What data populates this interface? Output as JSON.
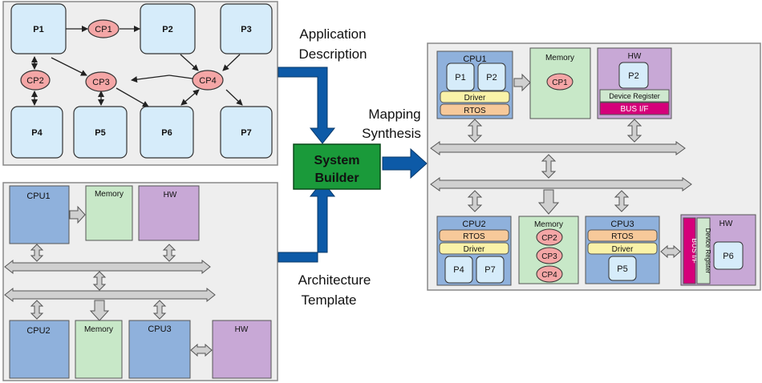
{
  "colors": {
    "panel_bg": "#eeeeee",
    "process_fill": "#d6ecfa",
    "channel_fill": "#f4a6a6",
    "cpu_fill": "#8fb1dc",
    "memory_fill": "#c8e8c8",
    "hw_fill": "#c8a8d6",
    "rtos_fill": "#f7c99a",
    "driver_fill": "#f9f2a8",
    "bus_if_fill": "#d5007a",
    "device_register_fill": "#cfe8cf",
    "bus_fill": "#d0d0d0",
    "arrow_blue": "#0d5aa7",
    "builder_fill": "#1a9a3a"
  },
  "application": {
    "processes": [
      "P1",
      "P2",
      "P3",
      "P4",
      "P5",
      "P6",
      "P7"
    ],
    "channels": [
      "CP1",
      "CP2",
      "CP3",
      "CP4"
    ]
  },
  "architecture": {
    "cpu1": "CPU1",
    "cpu2": "CPU2",
    "cpu3": "CPU3",
    "memory": "Memory",
    "hw": "HW"
  },
  "labels": {
    "application_description_1": "Application",
    "application_description_2": "Description",
    "architecture_template_1": "Architecture",
    "architecture_template_2": "Template",
    "mapping_1": "Mapping",
    "mapping_2": "Synthesis",
    "builder_1": "System",
    "builder_2": "Builder"
  },
  "result": {
    "cpu1": "CPU1",
    "cpu2": "CPU2",
    "cpu3": "CPU3",
    "memory": "Memory",
    "hw": "HW",
    "driver": "Driver",
    "rtos": "RTOS",
    "device_register": "Device Register",
    "bus_if": "BUS I/F",
    "cpu1_procs": [
      "P1",
      "P2"
    ],
    "cpu2_procs": [
      "P4",
      "P7"
    ],
    "cpu3_procs": [
      "P5"
    ],
    "hw1_proc": "P2",
    "hw2_proc": "P6",
    "mem_top_channel": "CP1",
    "mem_bottom_channels": [
      "CP2",
      "CP3",
      "CP4"
    ]
  }
}
